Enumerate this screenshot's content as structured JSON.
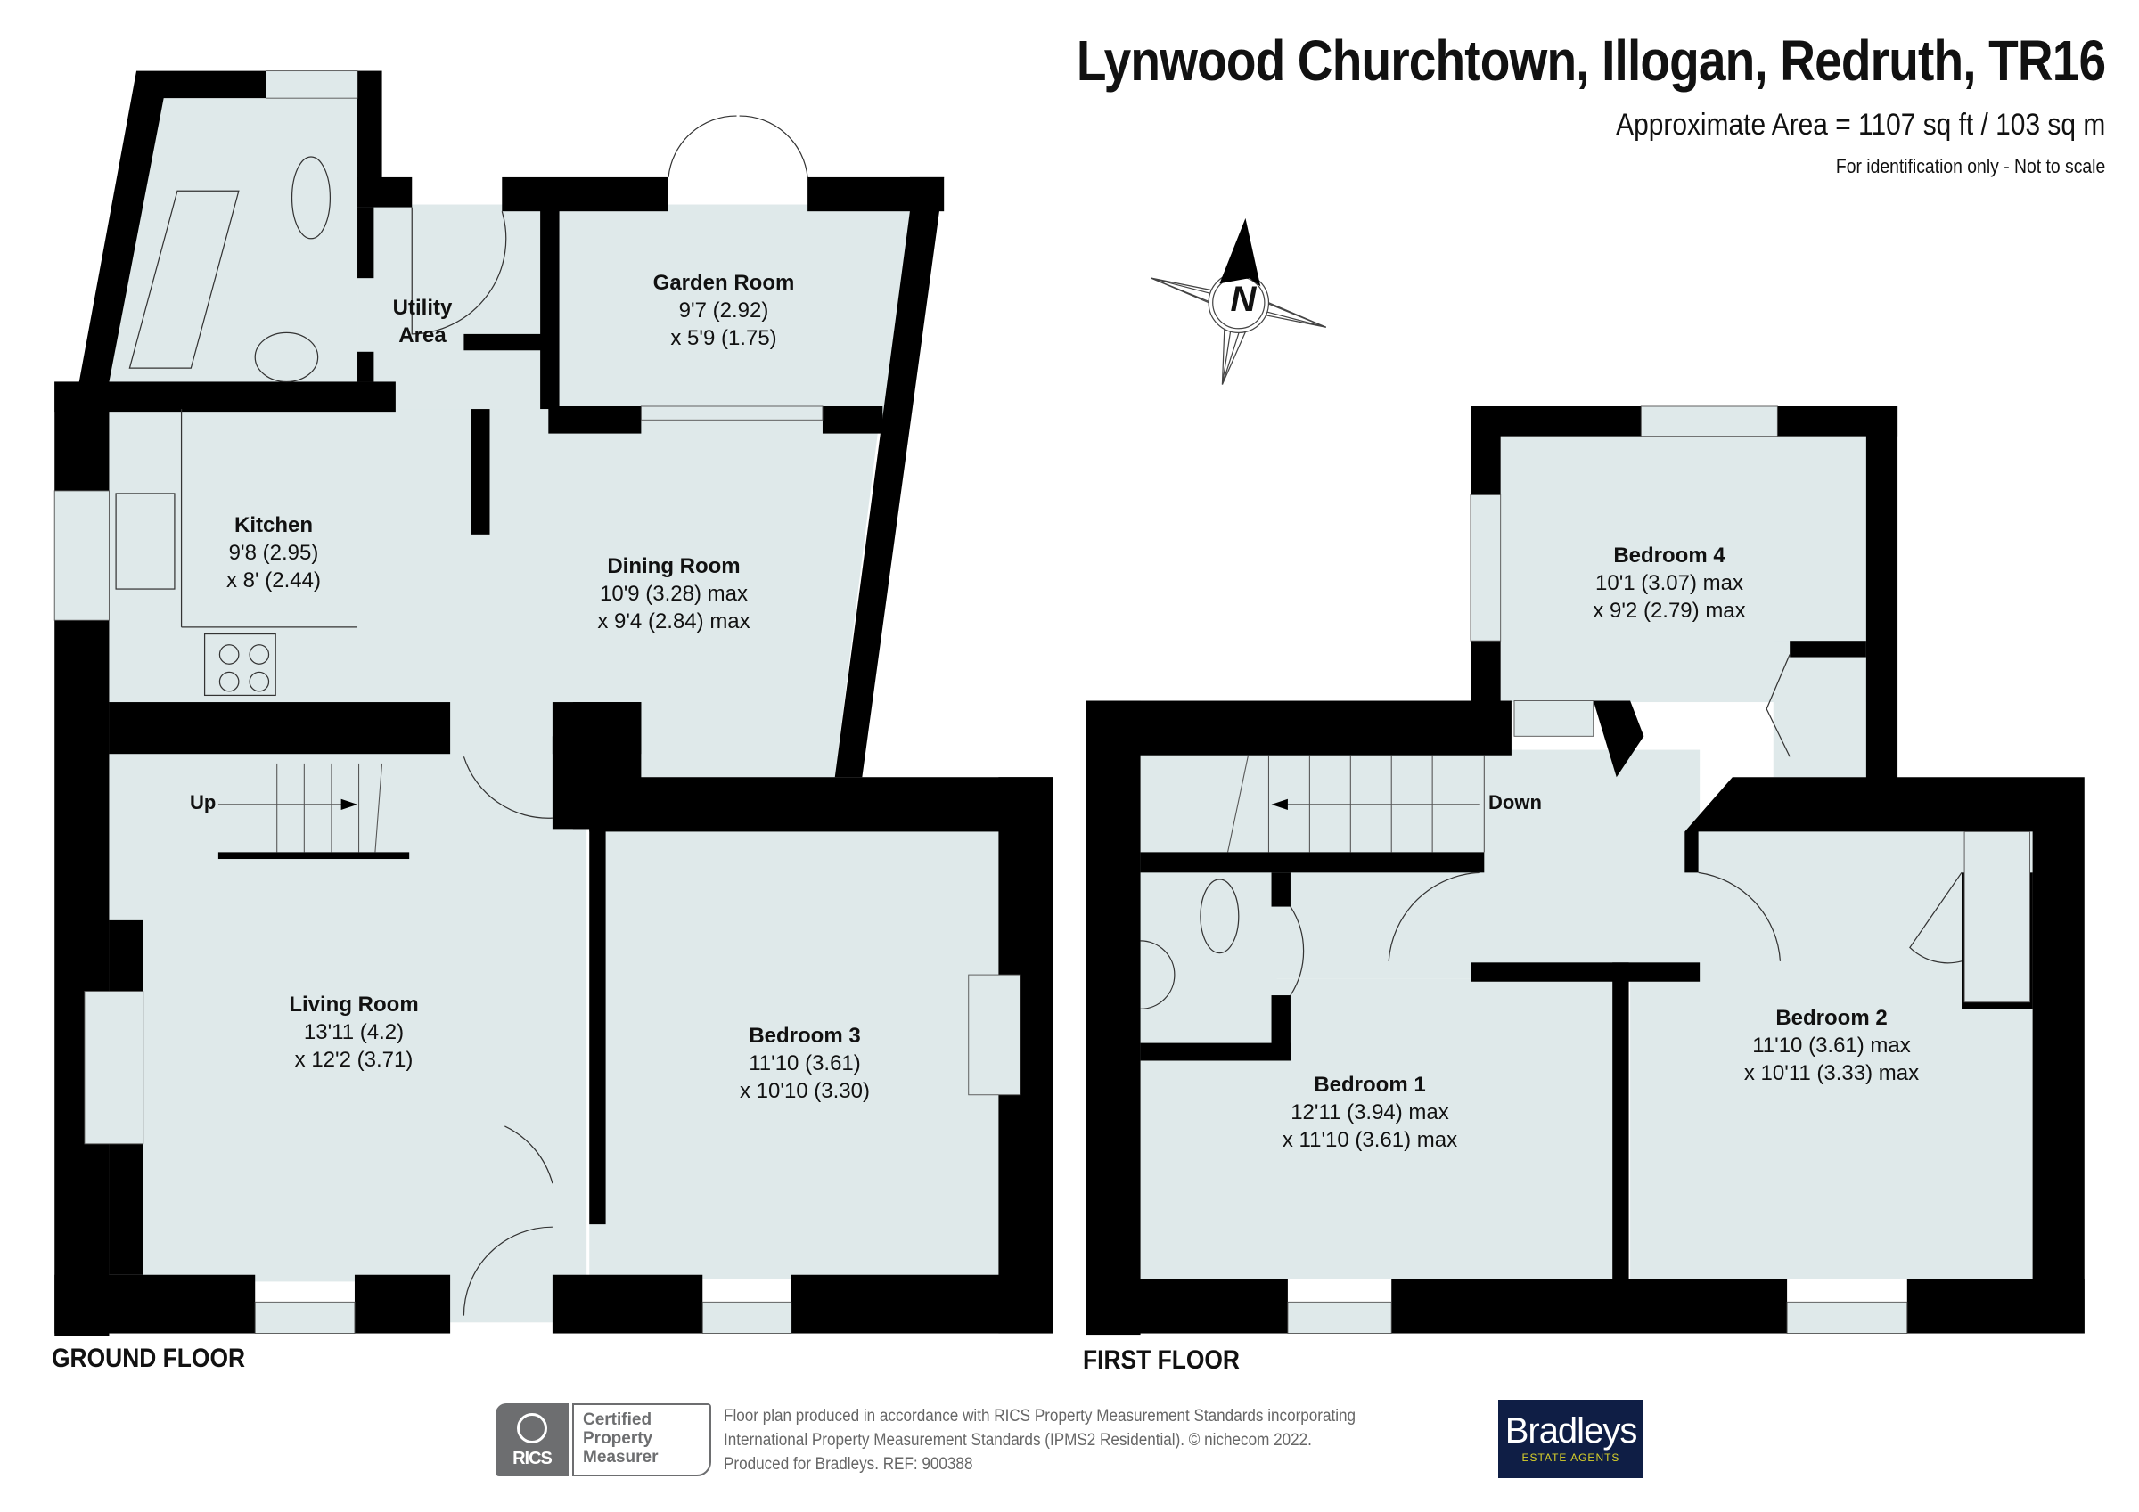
{
  "header": {
    "title": "Lynwood Churchtown, Illogan, Redruth, TR16",
    "area": "Approximate Area = 1107 sq ft / 103 sq m",
    "note": "For identification only - Not to scale"
  },
  "compass": {
    "label": "N"
  },
  "colors": {
    "room_fill": "#dfe9ea",
    "wall": "#000000",
    "brand_navy": "#0f1e45",
    "brand_yellow": "#d8d02a",
    "rics_grey": "#6d6e70"
  },
  "ground_floor": {
    "label": "GROUND FLOOR",
    "stairs_label": "Up",
    "rooms": [
      {
        "name": "Utility",
        "name2": "Area"
      },
      {
        "name": "Garden Room",
        "dim1": "9'7 (2.92)",
        "dim2": "x 5'9 (1.75)"
      },
      {
        "name": "Kitchen",
        "dim1": "9'8 (2.95)",
        "dim2": "x 8' (2.44)"
      },
      {
        "name": "Dining Room",
        "dim1": "10'9 (3.28) max",
        "dim2": "x 9'4 (2.84) max"
      },
      {
        "name": "Living Room",
        "dim1": "13'11 (4.2)",
        "dim2": "x 12'2 (3.71)"
      },
      {
        "name": "Bedroom 3",
        "dim1": "11'10 (3.61)",
        "dim2": "x 10'10 (3.30)"
      }
    ]
  },
  "first_floor": {
    "label": "FIRST FLOOR",
    "stairs_label": "Down",
    "rooms": [
      {
        "name": "Bedroom 4",
        "dim1": "10'1 (3.07) max",
        "dim2": "x 9'2 (2.79) max"
      },
      {
        "name": "Bedroom 1",
        "dim1": "12'11 (3.94) max",
        "dim2": "x 11'10 (3.61) max"
      },
      {
        "name": "Bedroom 2",
        "dim1": "11'10 (3.61) max",
        "dim2": "x 10'11 (3.33) max"
      }
    ]
  },
  "footer": {
    "rics": {
      "brand": "RICS",
      "line1": "Certified",
      "line2": "Property",
      "line3": "Measurer"
    },
    "text_line1": "Floor plan produced in accordance with RICS Property Measurement Standards incorporating",
    "text_line2": "International Property Measurement Standards (IPMS2 Residential).   © nichecom 2022.",
    "text_line3": "Produced for Bradleys.   REF: 900388",
    "agent": {
      "name": "Bradleys",
      "tagline": "ESTATE AGENTS"
    }
  }
}
